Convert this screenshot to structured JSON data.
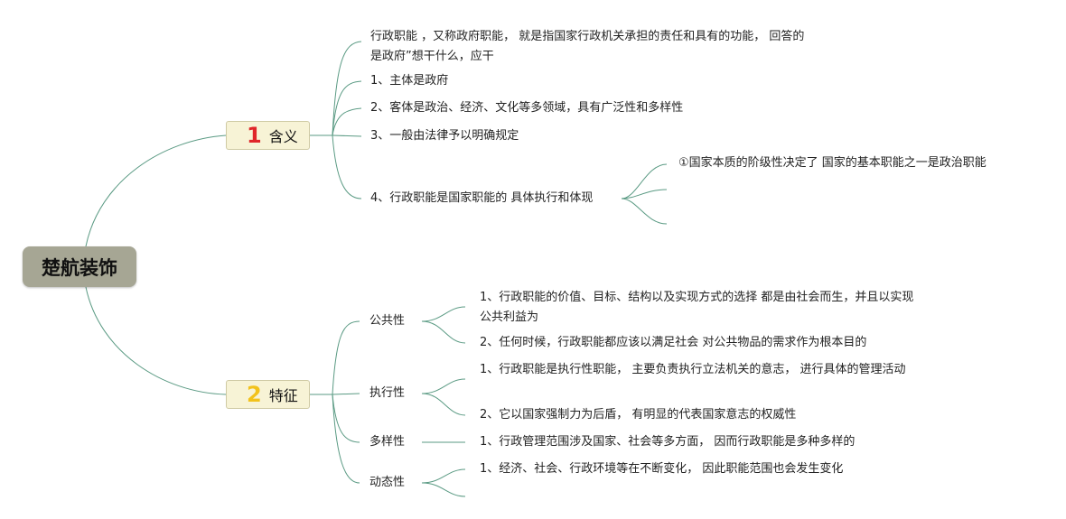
{
  "root": {
    "label": "楚航装饰"
  },
  "branch1": {
    "number": "1",
    "number_color": "#e0262a",
    "label": "含义",
    "children": [
      "行政职能 ，又称政府职能， 就是指国家行政机关承担的责任和具有的功能， 回答的是政府”想干什么，应干",
      "1、主体是政府",
      "2、客体是政治、经济、文化等多领域，具有广泛性和多样性",
      "3、一般由法律予以明确规定",
      "4、行政职能是国家职能的 具体执行和体现"
    ],
    "sub4": [
      "①国家本质的阶级性决定了 国家的基本职能之一是政治职能",
      "",
      ""
    ]
  },
  "branch2": {
    "number": "2",
    "number_color": "#f2c21b",
    "label": "特征",
    "groups": [
      {
        "label": "公共性",
        "items": [
          "1、行政职能的价值、目标、结构以及实现方式的选择 都是由社会而生，并且以实现公共利益为",
          "2、任何时候，行政职能都应该以满足社会 对公共物品的需求作为根本目的"
        ]
      },
      {
        "label": "执行性",
        "items": [
          "1、行政职能是执行性职能， 主要负责执行立法机关的意志， 进行具体的管理活动",
          "2、它以国家强制力为后盾， 有明显的代表国家意志的权威性"
        ]
      },
      {
        "label": "多样性",
        "items": [
          "1、行政管理范围涉及国家、社会等多方面， 因而行政职能是多种多样的"
        ]
      },
      {
        "label": "动态性",
        "items": [
          "1、经济、社会、行政环境等在不断变化， 因此职能范围也会发生变化",
          ""
        ]
      }
    ]
  },
  "colors": {
    "line": "#5a9a83",
    "root_bg": "#a6a694",
    "branch_bg": "#f7f3d6"
  }
}
